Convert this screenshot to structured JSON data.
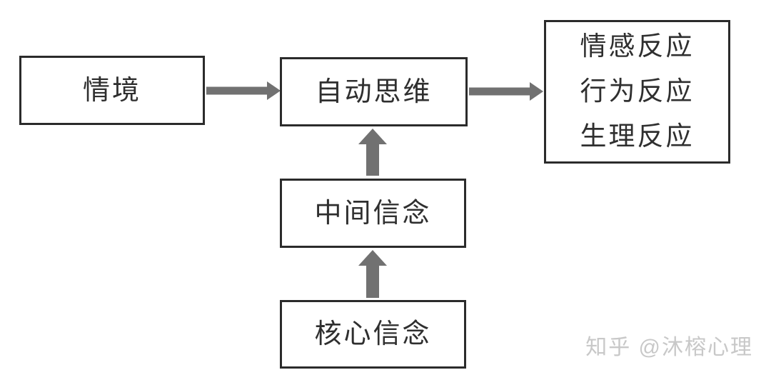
{
  "colors": {
    "background": "#ffffff",
    "box_border": "#2b2b2b",
    "box_fill": "#ffffff",
    "text": "#2f2f2f",
    "arrow": "#717171",
    "watermark": "#c8c8c8"
  },
  "diagram": {
    "type": "flowchart",
    "nodes": {
      "situation": {
        "label": "情境"
      },
      "automatic_thoughts": {
        "label": "自动思维"
      },
      "reactions": {
        "lines": [
          "情感反应",
          "行为反应",
          "生理反应"
        ]
      },
      "intermediate_beliefs": {
        "label": "中间信念"
      },
      "core_beliefs": {
        "label": "核心信念"
      }
    },
    "arrows": [
      {
        "from": "situation",
        "to": "automatic_thoughts",
        "direction": "right"
      },
      {
        "from": "automatic_thoughts",
        "to": "reactions",
        "direction": "right"
      },
      {
        "from": "intermediate_beliefs",
        "to": "automatic_thoughts",
        "direction": "up"
      },
      {
        "from": "core_beliefs",
        "to": "intermediate_beliefs",
        "direction": "up"
      }
    ]
  },
  "watermark": {
    "text": "知乎 @沐榕心理"
  }
}
